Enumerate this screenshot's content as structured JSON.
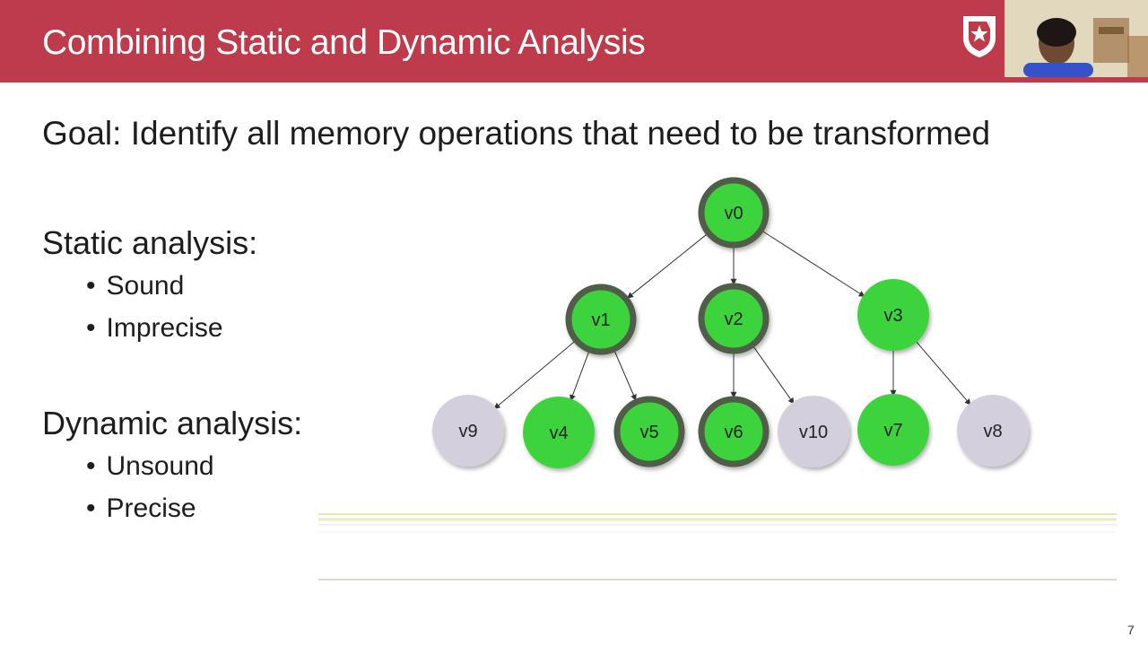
{
  "slide": {
    "title": "Combining Static and Dynamic Analysis",
    "goal": "Goal: Identify all memory operations that need to be transformed",
    "page_number": "7",
    "header_color": "#bd3b4a"
  },
  "static_analysis": {
    "heading": "Static analysis:",
    "bullets": [
      "Sound",
      "Imprecise"
    ]
  },
  "dynamic_analysis": {
    "heading": "Dynamic analysis:",
    "bullets": [
      "Unsound",
      "Precise"
    ]
  },
  "graph": {
    "colors": {
      "green": "#3dd33d",
      "gray": "#d3cfdd",
      "ring": "#4f5d48",
      "edge": "#333333"
    },
    "nodes": [
      {
        "id": "v0",
        "label": "v0",
        "fill": "green",
        "ring": true
      },
      {
        "id": "v1",
        "label": "v1",
        "fill": "green",
        "ring": true
      },
      {
        "id": "v2",
        "label": "v2",
        "fill": "green",
        "ring": true
      },
      {
        "id": "v3",
        "label": "v3",
        "fill": "green",
        "ring": false
      },
      {
        "id": "v9",
        "label": "v9",
        "fill": "gray",
        "ring": false
      },
      {
        "id": "v4",
        "label": "v4",
        "fill": "green",
        "ring": false
      },
      {
        "id": "v5",
        "label": "v5",
        "fill": "green",
        "ring": true
      },
      {
        "id": "v6",
        "label": "v6",
        "fill": "green",
        "ring": true
      },
      {
        "id": "v10",
        "label": "v10",
        "fill": "gray",
        "ring": false
      },
      {
        "id": "v7",
        "label": "v7",
        "fill": "green",
        "ring": false
      },
      {
        "id": "v8",
        "label": "v8",
        "fill": "gray",
        "ring": false
      }
    ],
    "edges": [
      [
        "v0",
        "v1"
      ],
      [
        "v0",
        "v2"
      ],
      [
        "v0",
        "v3"
      ],
      [
        "v1",
        "v9"
      ],
      [
        "v1",
        "v4"
      ],
      [
        "v1",
        "v5"
      ],
      [
        "v2",
        "v6"
      ],
      [
        "v2",
        "v10"
      ],
      [
        "v3",
        "v7"
      ],
      [
        "v3",
        "v8"
      ]
    ]
  }
}
